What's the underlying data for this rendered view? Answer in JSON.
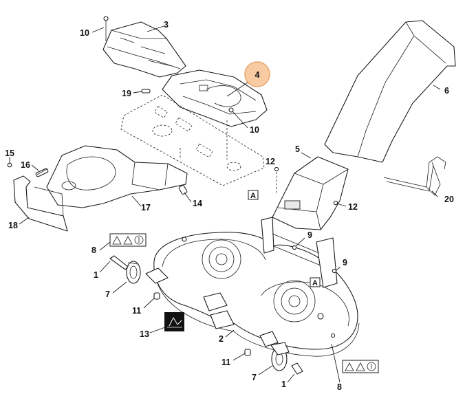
{
  "callouts": [
    {
      "id": "c10a",
      "text": "10"
    },
    {
      "id": "c3",
      "text": "3"
    },
    {
      "id": "c4",
      "text": "4"
    },
    {
      "id": "c19",
      "text": "19"
    },
    {
      "id": "c10b",
      "text": "10"
    },
    {
      "id": "c6",
      "text": "6"
    },
    {
      "id": "c15",
      "text": "15"
    },
    {
      "id": "c16",
      "text": "16"
    },
    {
      "id": "c17",
      "text": "17"
    },
    {
      "id": "c14",
      "text": "14"
    },
    {
      "id": "c18",
      "text": "18"
    },
    {
      "id": "c5",
      "text": "5"
    },
    {
      "id": "c12a",
      "text": "12"
    },
    {
      "id": "c12b",
      "text": "12"
    },
    {
      "id": "c20",
      "text": "20"
    },
    {
      "id": "c8a",
      "text": "8"
    },
    {
      "id": "c1a",
      "text": "1"
    },
    {
      "id": "c9a",
      "text": "9"
    },
    {
      "id": "c9b",
      "text": "9"
    },
    {
      "id": "c7a",
      "text": "7"
    },
    {
      "id": "c11a",
      "text": "11"
    },
    {
      "id": "c13",
      "text": "13"
    },
    {
      "id": "c2",
      "text": "2"
    },
    {
      "id": "c11b",
      "text": "11"
    },
    {
      "id": "c7b",
      "text": "7"
    },
    {
      "id": "c1b",
      "text": "1"
    },
    {
      "id": "c8b",
      "text": "8"
    }
  ],
  "reference_marks": [
    "A",
    "A"
  ],
  "highlight": {
    "label": "4",
    "fill": "#f9cba3",
    "stroke": "#e8a46b"
  },
  "colors": {
    "line": "#1a1a1a",
    "label": "#111111",
    "background": "#ffffff"
  },
  "icons": [
    "warning-triangle-icon",
    "warning-triangle-icon",
    "read-manual-icon"
  ]
}
